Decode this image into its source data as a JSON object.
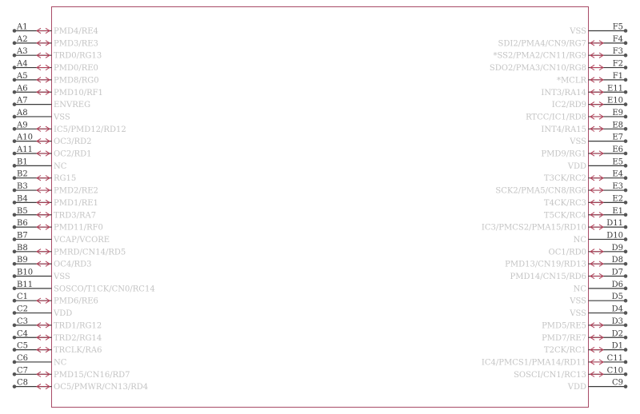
{
  "colors": {
    "body_outline": "#a84a66",
    "arrow": "#b04058",
    "lead": "#3a3a3a",
    "pin_name_text": "#c4c4c4",
    "pin_number_text": "#3a3a3a"
  },
  "left_pins": [
    {
      "num": "A1",
      "name": "PMD4/RE4",
      "io": true
    },
    {
      "num": "A2",
      "name": "PMD3/RE3",
      "io": true
    },
    {
      "num": "A3",
      "name": "TRD0/RG13",
      "io": true
    },
    {
      "num": "A4",
      "name": "PMD0/RE0",
      "io": true
    },
    {
      "num": "A5",
      "name": "PMD8/RG0",
      "io": true
    },
    {
      "num": "A6",
      "name": "PMD10/RF1",
      "io": true
    },
    {
      "num": "A7",
      "name": "ENVREG",
      "io": false
    },
    {
      "num": "A8",
      "name": "VSS",
      "io": false
    },
    {
      "num": "A9",
      "name": "IC5/PMD12/RD12",
      "io": true
    },
    {
      "num": "A10",
      "name": "OC3/RD2",
      "io": true
    },
    {
      "num": "A11",
      "name": "OC2/RD1",
      "io": true
    },
    {
      "num": "B1",
      "name": "NC",
      "io": false
    },
    {
      "num": "B2",
      "name": "RG15",
      "io": true
    },
    {
      "num": "B3",
      "name": "PMD2/RE2",
      "io": true
    },
    {
      "num": "B4",
      "name": "PMD1/RE1",
      "io": true
    },
    {
      "num": "B5",
      "name": "TRD3/RA7",
      "io": true
    },
    {
      "num": "B6",
      "name": "PMD11/RF0",
      "io": true
    },
    {
      "num": "B7",
      "name": "VCAP/VCORE",
      "io": false
    },
    {
      "num": "B8",
      "name": "PMRD/CN14/RD5",
      "io": true
    },
    {
      "num": "B9",
      "name": "OC4/RD3",
      "io": true
    },
    {
      "num": "B10",
      "name": "VSS",
      "io": false
    },
    {
      "num": "B11",
      "name": "SOSCO/T1CK/CN0/RC14",
      "io": false
    },
    {
      "num": "C1",
      "name": "PMD6/RE6",
      "io": true
    },
    {
      "num": "C2",
      "name": "VDD",
      "io": false
    },
    {
      "num": "C3",
      "name": "TRD1/RG12",
      "io": true
    },
    {
      "num": "C4",
      "name": "TRD2/RG14",
      "io": true
    },
    {
      "num": "C5",
      "name": "TRCLK/RA6",
      "io": true
    },
    {
      "num": "C6",
      "name": "NC",
      "io": false
    },
    {
      "num": "C7",
      "name": "PMD15/CN16/RD7",
      "io": true
    },
    {
      "num": "C8",
      "name": "OC5/PMWR/CN13/RD4",
      "io": true
    }
  ],
  "right_pins": [
    {
      "num": "F5",
      "name": "VSS",
      "io": false
    },
    {
      "num": "F4",
      "name": "SDI2/PMA4/CN9/RG7",
      "io": true
    },
    {
      "num": "F3",
      "name": "*SS2/PMA2/CN11/RG9",
      "io": true
    },
    {
      "num": "F2",
      "name": "SDO2/PMA3/CN10/RG8",
      "io": true
    },
    {
      "num": "F1",
      "name": "*MCLR",
      "io": true
    },
    {
      "num": "E11",
      "name": "INT3/RA14",
      "io": true
    },
    {
      "num": "E10",
      "name": "IC2/RD9",
      "io": true
    },
    {
      "num": "E9",
      "name": "RTCC/IC1/RD8",
      "io": true
    },
    {
      "num": "E8",
      "name": "INT4/RA15",
      "io": true
    },
    {
      "num": "E7",
      "name": "VSS",
      "io": false
    },
    {
      "num": "E6",
      "name": "PMD9/RG1",
      "io": true
    },
    {
      "num": "E5",
      "name": "VDD",
      "io": false
    },
    {
      "num": "E4",
      "name": "T3CK/RC2",
      "io": true
    },
    {
      "num": "E3",
      "name": "SCK2/PMA5/CN8/RG6",
      "io": true
    },
    {
      "num": "E2",
      "name": "T4CK/RC3",
      "io": true
    },
    {
      "num": "E1",
      "name": "T5CK/RC4",
      "io": true
    },
    {
      "num": "D11",
      "name": "IC3/PMCS2/PMA15/RD10",
      "io": true
    },
    {
      "num": "D10",
      "name": "NC",
      "io": false
    },
    {
      "num": "D9",
      "name": "OC1/RD0",
      "io": true
    },
    {
      "num": "D8",
      "name": "PMD13/CN19/RD13",
      "io": true
    },
    {
      "num": "D7",
      "name": "PMD14/CN15/RD6",
      "io": true
    },
    {
      "num": "D6",
      "name": "NC",
      "io": false
    },
    {
      "num": "D5",
      "name": "VSS",
      "io": false
    },
    {
      "num": "D4",
      "name": "VSS",
      "io": false
    },
    {
      "num": "D3",
      "name": "PMD5/RE5",
      "io": true
    },
    {
      "num": "D2",
      "name": "PMD7/RE7",
      "io": true
    },
    {
      "num": "D1",
      "name": "T2CK/RC1",
      "io": true
    },
    {
      "num": "C11",
      "name": "IC4/PMCS1/PMA14/RD11",
      "io": true
    },
    {
      "num": "C10",
      "name": "SOSCI/CN1/RC13",
      "io": true
    },
    {
      "num": "C9",
      "name": "VDD",
      "io": false
    }
  ]
}
